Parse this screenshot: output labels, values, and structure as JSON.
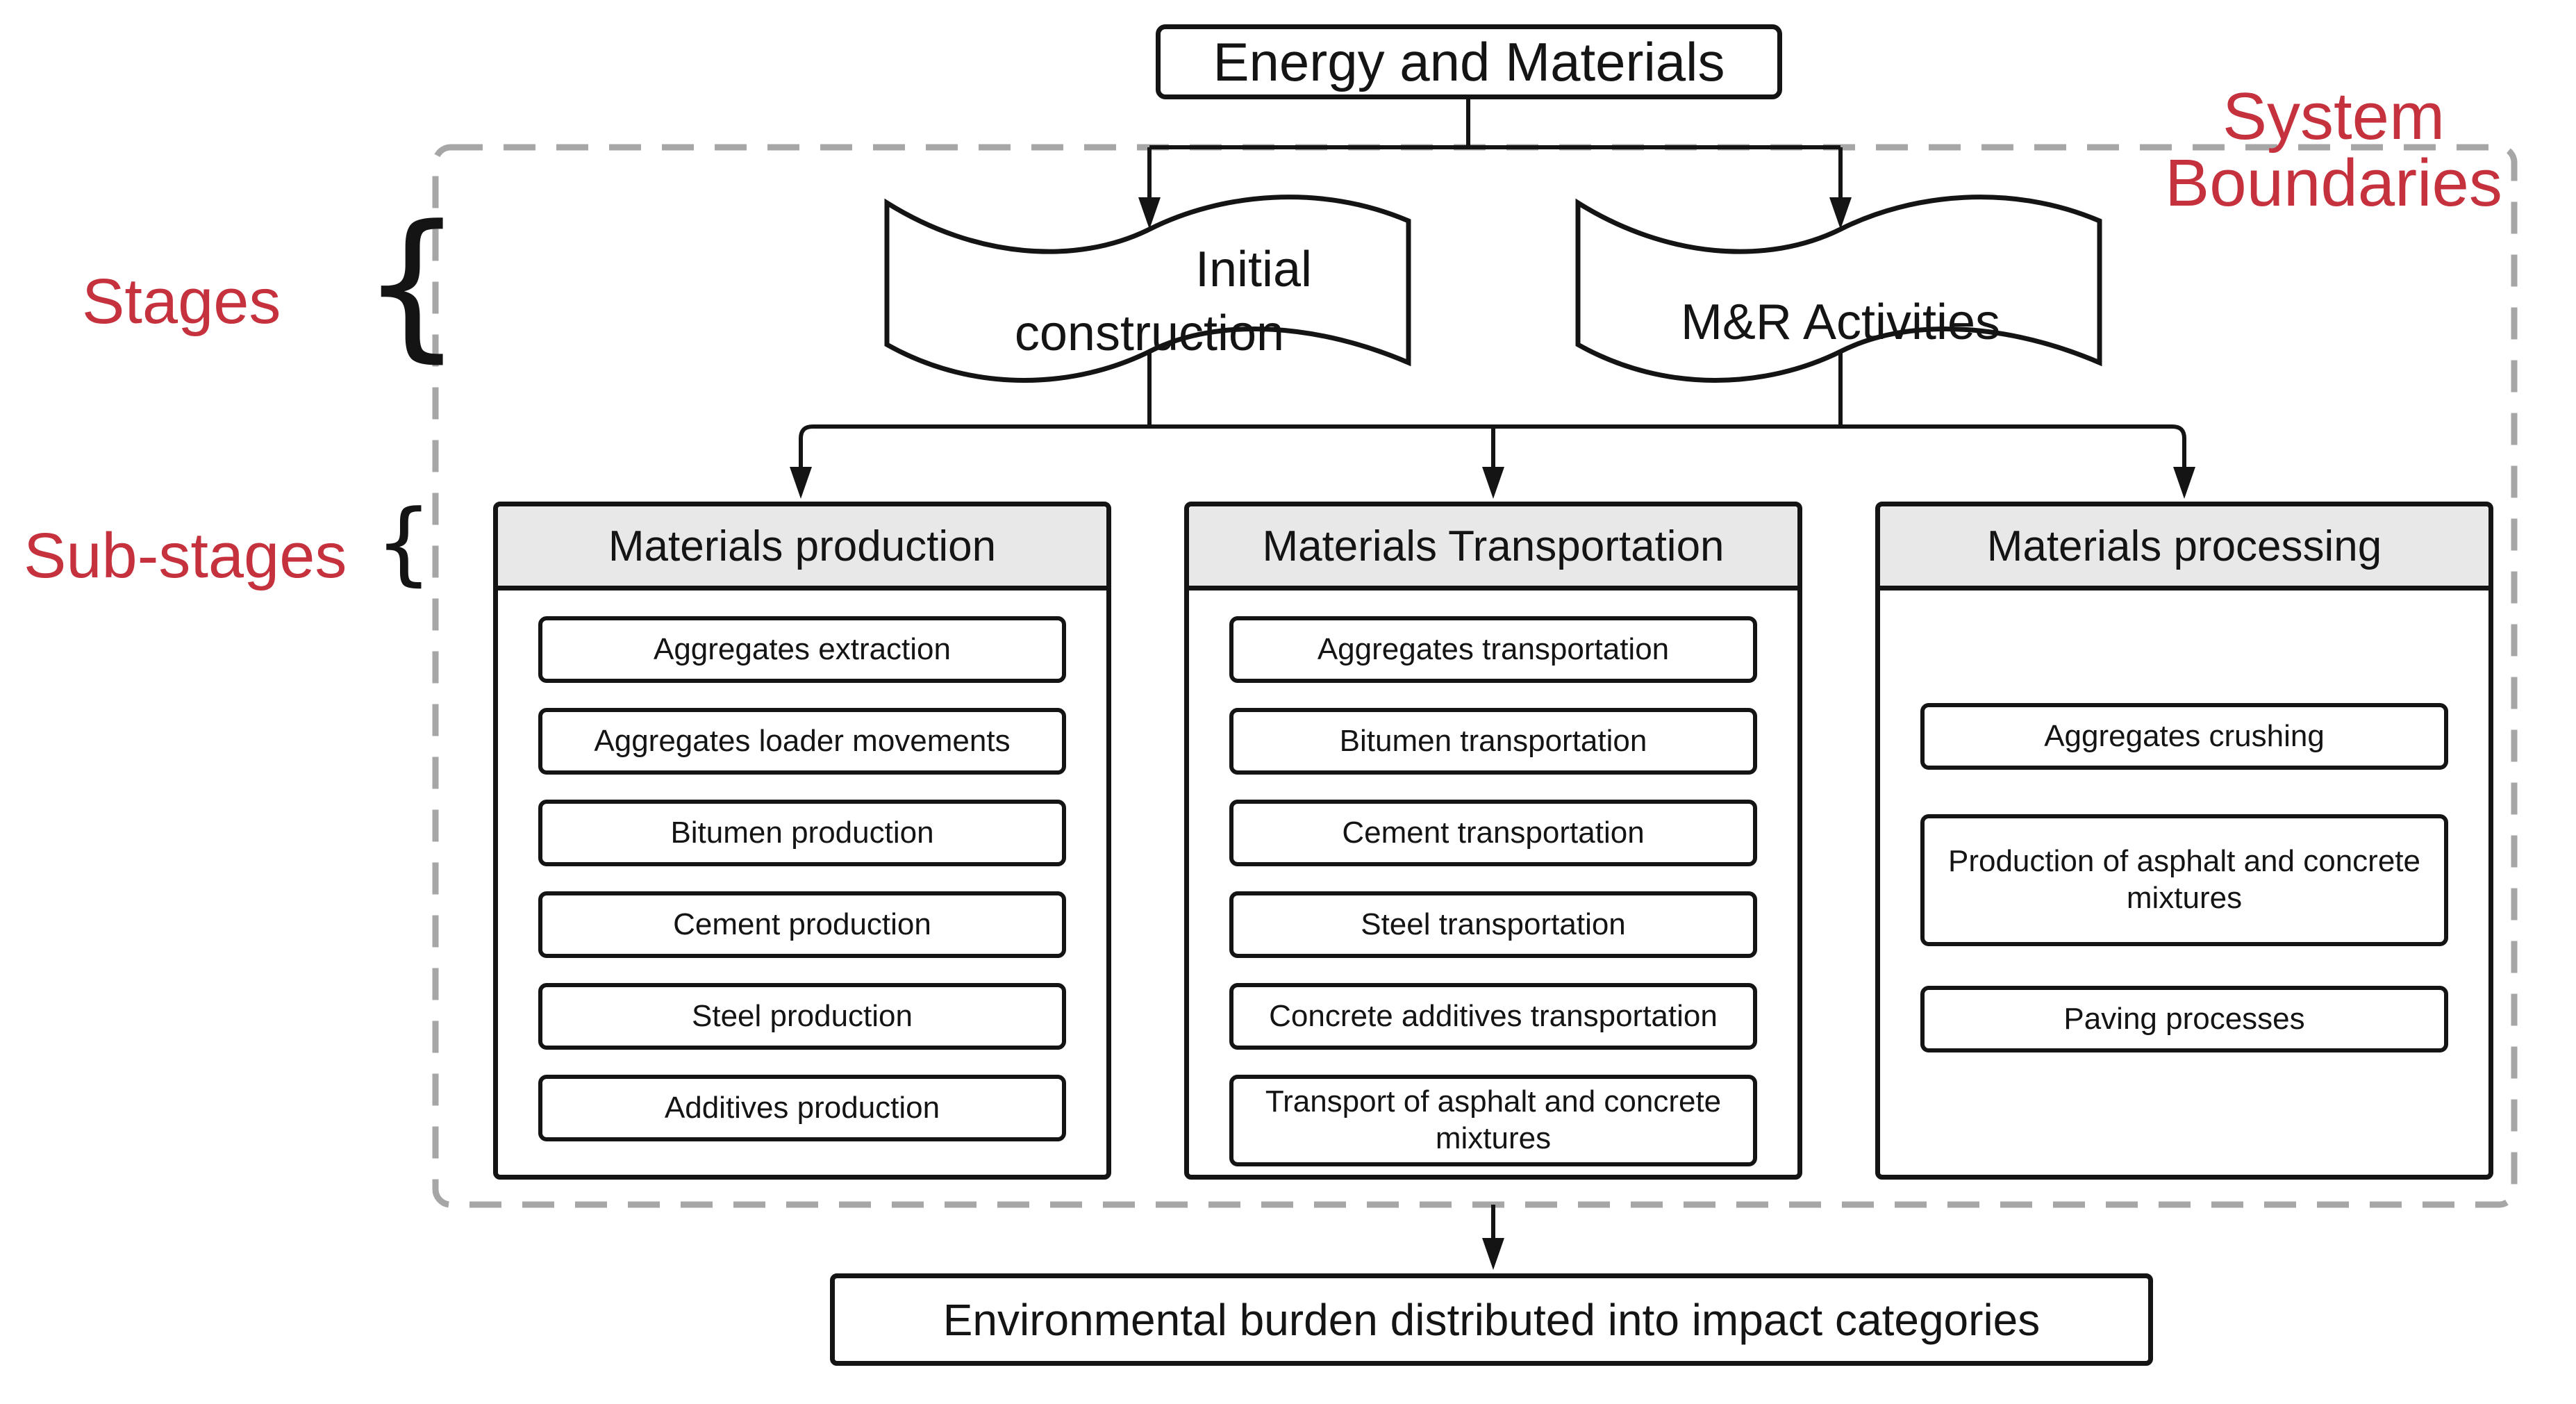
{
  "colors": {
    "accent_red": "#c5313d",
    "header_fill": "#e8e8e8",
    "boundary_gray": "#a6a6a6",
    "line_black": "#141414"
  },
  "labels": {
    "stages": "Stages",
    "substages": "Sub-stages",
    "system_boundaries_line1": "System",
    "system_boundaries_line2": "Boundaries",
    "brace": "{"
  },
  "diagram": {
    "root": "Energy and Materials",
    "stage1_line1": "Initial",
    "stage1_line2": "construction",
    "stage2": "M&R Activities",
    "columns": [
      {
        "title": "Materials production",
        "items": [
          "Aggregates extraction",
          "Aggregates loader movements",
          "Bitumen production",
          "Cement production",
          "Steel production",
          "Additives production"
        ]
      },
      {
        "title": "Materials Transportation",
        "items": [
          "Aggregates transportation",
          "Bitumen transportation",
          "Cement transportation",
          "Steel transportation",
          "Concrete additives transportation",
          "Transport of asphalt and concrete mixtures"
        ]
      },
      {
        "title": "Materials processing",
        "items": [
          "Aggregates crushing",
          "Production of asphalt and concrete mixtures",
          "Paving processes"
        ]
      }
    ],
    "result": "Environmental burden distributed into impact categories"
  }
}
